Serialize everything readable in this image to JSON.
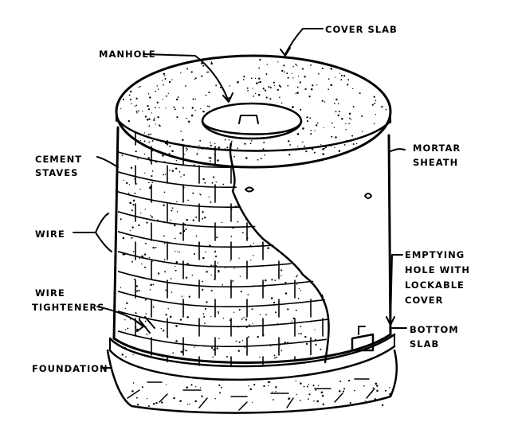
{
  "labels": {
    "cover_slab": "COVER SLAB",
    "manhole": "MANHOLE",
    "cement_staves_line1": "CEMENT",
    "cement_staves_line2": "STAVES",
    "mortar_sheath_line1": "MORTAR",
    "mortar_sheath_line2": "SHEATH",
    "wire": "WIRE",
    "emptying_hole_line1": "EMPTYING",
    "emptying_hole_line2": "HOLE WITH",
    "emptying_hole_line3": "LOCKABLE",
    "emptying_hole_line4": "COVER",
    "wire_tighteners_line1": "WIRE",
    "wire_tighteners_line2": "TIGHTENERS",
    "bottom_slab_line1": "BOTTOM",
    "bottom_slab_line2": "SLAB",
    "foundation": "FOUNDATION"
  }
}
